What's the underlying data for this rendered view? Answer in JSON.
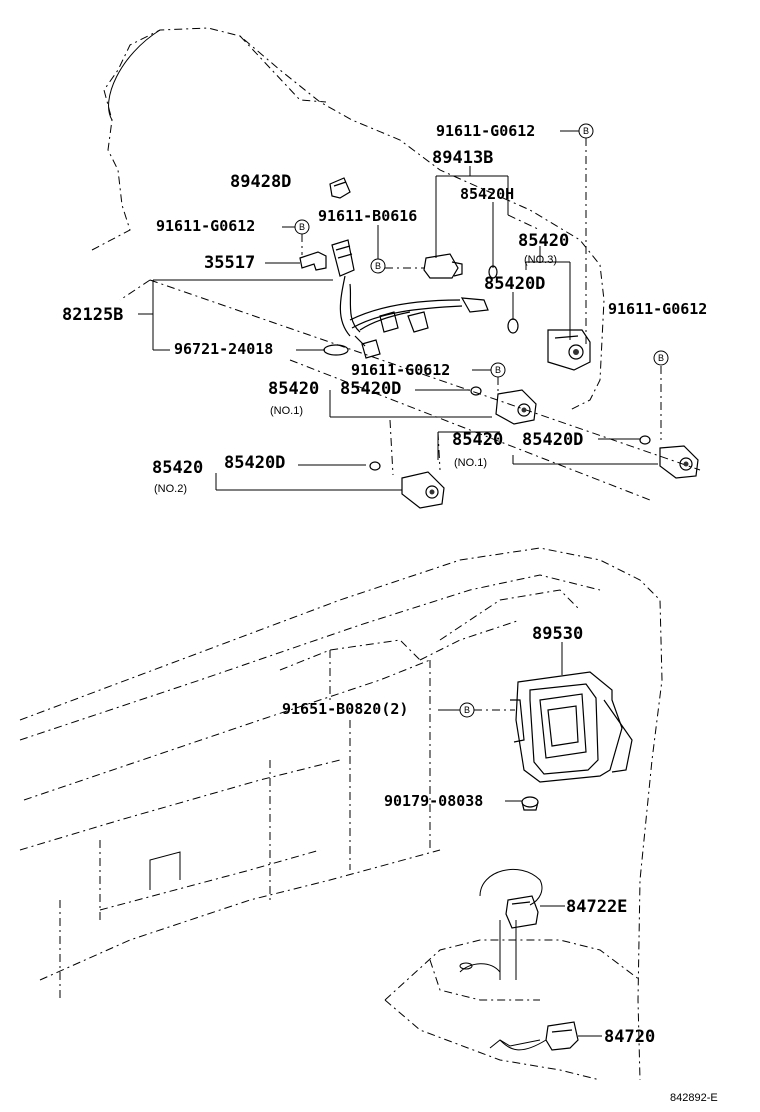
{
  "callouts": {
    "p_91611_g0612_top": "91611-G0612",
    "p_89413b": "89413B",
    "p_89428d": "89428D",
    "p_85420h": "85420H",
    "p_91611_g0612_left": "91611-G0612",
    "p_91611_b0616": "91611-B0616",
    "p_85420_no3": "85420",
    "no3": "(NO.3)",
    "p_85420d_no3": "85420D",
    "p_35517": "35517",
    "p_82125b": "82125B",
    "p_91611_g0612_right": "91611-G0612",
    "p_96721_24018": "96721-24018",
    "p_91611_g0612_mid": "91611-G0612",
    "p_85420_no1a": "85420",
    "p_85420d_no1a": "85420D",
    "no1a": "(NO.1)",
    "p_85420_no1b": "85420",
    "p_85420d_no1b": "85420D",
    "no1b": "(NO.1)",
    "p_85420_no2": "85420",
    "p_85420d_no2": "85420D",
    "no2": "(NO.2)",
    "p_89530": "89530",
    "p_91651_b0820": "91651-B0820(2)",
    "p_90179_08038": "90179-08038",
    "p_84722e": "84722E",
    "p_84720": "84720"
  },
  "bolt_symbol": "B",
  "illustration_ref": "842892-E"
}
